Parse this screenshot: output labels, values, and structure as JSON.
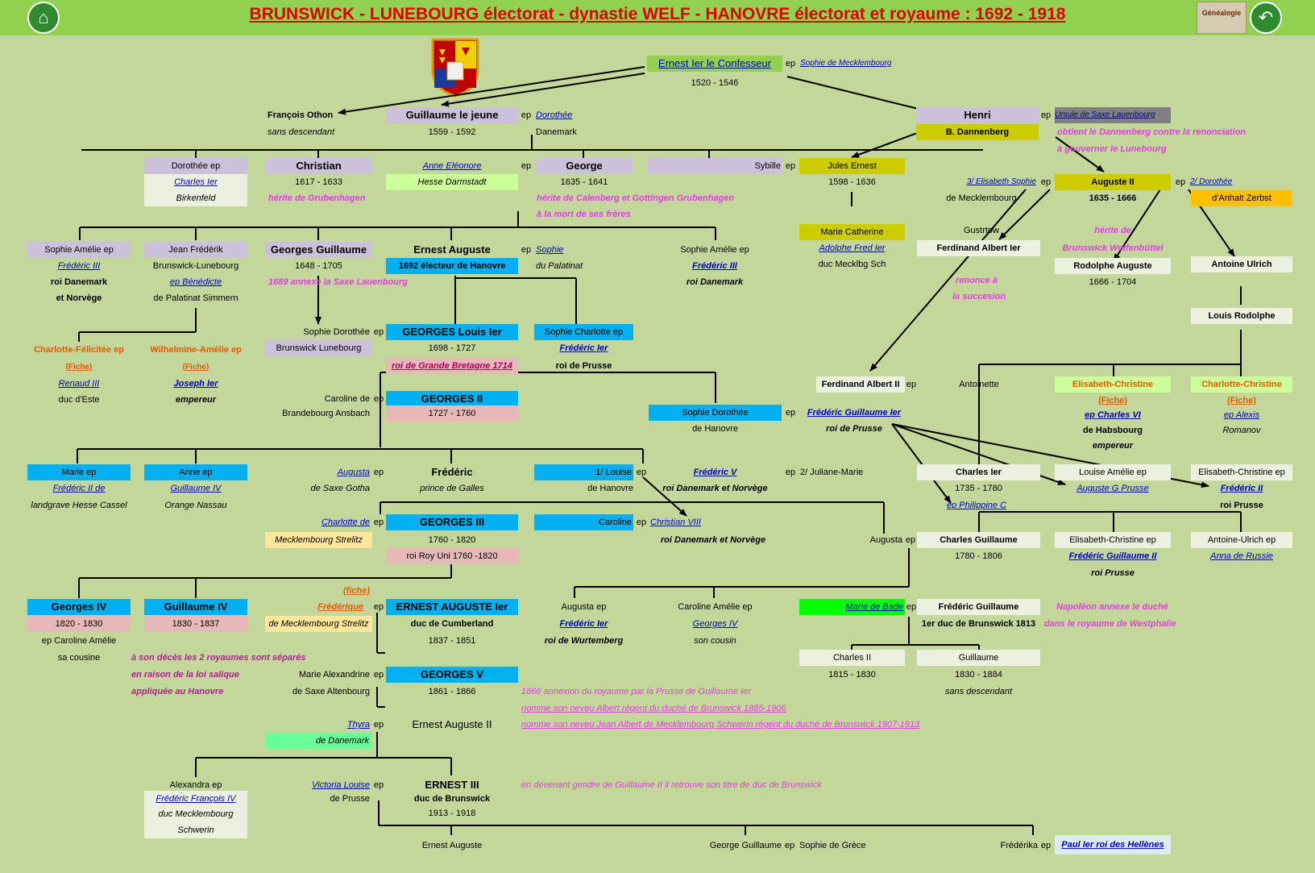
{
  "page": {
    "title": "BRUNSWICK - LUNEBOURG  électorat - dynastie WELF - HANOVRE électorat et royaume : 1692 - 1918",
    "home_icon": "home-icon",
    "back_icon": "back-arrow-icon",
    "genealogie_label": "Généalogie"
  },
  "colors": {
    "background": "#c4d79b",
    "title": "#e00000",
    "header": "#92d050",
    "lavender": "#ccc0da",
    "cyan": "#00b0f0",
    "pink": "#e6b8b7",
    "olive": "#cccc00",
    "magenta": "#e040e0"
  },
  "t": [
    "Ernest Ier le Confesseur",
    "ep",
    "Sophie de Mecklembourg",
    "1520 - 1546",
    "François Othon",
    "sans descendant",
    "Guillaume le jeune",
    "1559 - 1592",
    "ep",
    "Dorothée",
    "Danemark",
    "Henri",
    "ep",
    "Ursule de Saxe Lauenbourg",
    "B. Dannenberg",
    "obtient le Dannenberg contre la renonciation",
    "à gouverner le Lunebourg",
    "Dorothée ep",
    "Charles Ier",
    "Birkenfeld",
    "Christian",
    "1617 - 1633",
    "hérite de Grubenhagen",
    "Anne Eléonore",
    "ep",
    "Hesse Darmstadt",
    "George",
    "1635 - 1641",
    "hérite de Calenberg et Gottingen Grubenhagen",
    "à la mort de ses frères",
    "Sybille",
    "ep",
    "Jules Ernest",
    "1598 - 1636",
    "3/ Elisabeth Sophie",
    "ep",
    "de Mecklembourg",
    "Auguste II",
    "1635 - 1666",
    "ep",
    "2/  Dorothée",
    "d'Anhalt Zerbst",
    "Marie Catherine",
    "Adolphe Fred Ier",
    "duc Mecklbg Sch",
    "Gustrtow",
    "Ferdinand Albert Ier",
    "renonce à",
    "la succesion",
    "hérite de",
    "Brunswick Wolfenbüttel",
    "Rodolphe Auguste",
    "1666 - 1704",
    "Antoine Ulrich",
    "Louis Rodolphe",
    "Sophie Amélie ep",
    "Frédéric III",
    "roi Danemark",
    "et Norvège",
    "Jean Frédérik",
    "Brunswick-Lunebourg",
    "ep Bénédicte",
    "de Palatinat Simmern",
    "Georges Guillaume",
    "1648 - 1705",
    "1689 annexe la Saxe Lauenbourg",
    "Ernest Auguste",
    "1692 électeur de Hanovre",
    "ep",
    "Sophie",
    "du Palatinat",
    "Sophie Amélie ep",
    "Frédéric III",
    "roi Danemark",
    "Sophie Dorothée",
    "Brunswick Lunebourg",
    "ep",
    "GEORGES Louis Ier",
    "1698 - 1727",
    "roi de Grande Bretagne 1714",
    "Sophie Charlotte ep",
    "Frédéric Ier",
    "roi de Prusse",
    "Charlotte-Félicitée ep",
    "(Fiche)",
    "Renaud III",
    "duc d'Este",
    "Wilhelmine-Amélie ep",
    "(Fiche)",
    "Joseph Ier",
    "empereur",
    "Caroline de",
    "Brandebourg Ansbach",
    "ep",
    "GEORGES II",
    "1727 - 1760",
    "Sophie  Dorothée",
    "de Hanovre",
    "ep",
    "Frédéric Guillaume Ier",
    "roi de Prusse",
    "Ferdinand Albert II",
    "ep",
    "Antoinette",
    "Elisabeth-Christine",
    "(Fiche)",
    "ep Charles VI",
    "de Habsbourg",
    "empereur",
    "Charlotte-Christine",
    "(Fiche)",
    "ep Alexis",
    "Romanov",
    "Marie ep",
    "Frédéric II de",
    "landgrave Hesse Cassel",
    "Anne ep",
    "Guillaume IV",
    "Orange Nassau",
    "Augusta",
    "ep",
    "de Saxe Gotha",
    "Frédéric",
    "prince de Galles",
    "1/ Louise",
    "ep",
    "de Hanovre",
    "Frédéric V",
    "roi Danemark et Norvège",
    "ep",
    "2/ Juliane-Marie",
    "Charles Ier",
    "1735 - 1780",
    "ep Philippine C",
    "Louise Amélie ep",
    "Auguste G Prusse",
    "Elisabeth-Christine ep",
    "Frédéric II",
    "roi Prusse",
    "Charlotte de",
    "ep",
    "Mecklembourg Strelitz",
    "GEORGES III",
    "1760 - 1820",
    "roi Roy Uni 1760 -1820",
    "Caroline",
    "ep",
    "Christian VIII",
    "roi Danemark et Norvège",
    "Augusta",
    "ep",
    "Charles Guillaume",
    "1780 - 1806",
    "Elisabeth-Christine ep",
    "Frédéric Guillaume II",
    "roi Prusse",
    "Antoine-Ulrich ep",
    "Anna de Russie",
    "Georges IV",
    "1820 - 1830",
    "ep Caroline Amélie",
    "sa cousine",
    "Guillaume IV",
    "1830 - 1837",
    "(fiche)",
    "Frédérique",
    "ep",
    "de Mecklembourg Strelitz",
    "ERNEST AUGUSTE Ier",
    "duc de Cumberland",
    "1837 - 1851",
    "Augusta ep",
    "Frédéric Ier",
    "roi de Wurtemberg",
    "Caroline Amélie ep",
    "Georges IV",
    "son cousin",
    "Marie de Bade",
    "ep",
    "Frédéric Guillaume",
    "1er duc de Brunswick 1813",
    "Napoléon annexe le duché",
    "dans le royaume de Westphalie",
    "à son décès les 2 royaumes sont séparés",
    "en raison de la loi salique",
    "appliquée au Hanovre",
    "Marie Alexandrine",
    "ep",
    "de Saxe Altenbourg",
    "GEORGES V",
    "1861 - 1866",
    "1866 annexion du royaume par la Prusse de Guillaume Ier",
    "nomme son neveu Albert régent du duché de Brunswick 1885-1906",
    "nomme son neveu Jean Albert de Mecklembourg Schwerin régent du duché de Brunswick 1907-1913",
    "Charles II",
    "1815 - 1830",
    "Guillaume",
    "1830 - 1884",
    "sans descendant",
    "Thyra",
    "ep",
    "Ernest Auguste II",
    "de Danemark",
    "Alexandra ep",
    "Frédéric François IV",
    "duc Mecklembourg",
    "Schwerin",
    "Victoria Louise",
    "ep",
    "de Prusse",
    "ERNEST III",
    "duc de Brunswick",
    "1913 - 1918",
    "en devenant gendre de Guillaume II il retrouve son titre de duc de Brunswick",
    "Ernest Auguste",
    "George Guillaume",
    "ep",
    "Sophie de Grèce",
    "Frédérika",
    "ep",
    "Paul Ier roi des Hellènes"
  ]
}
